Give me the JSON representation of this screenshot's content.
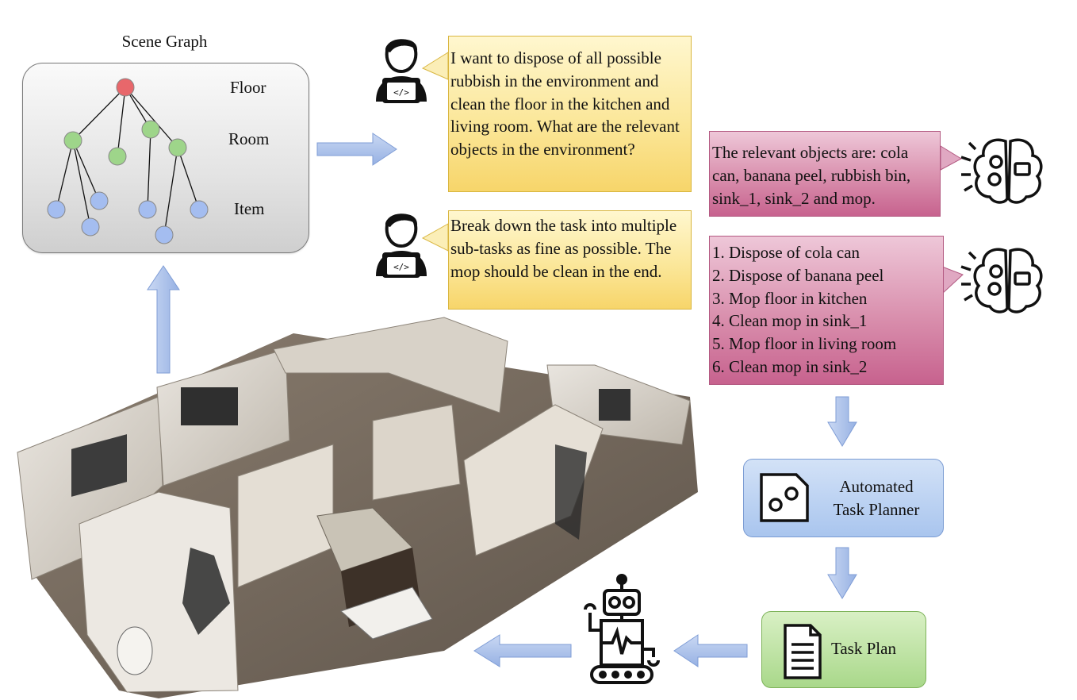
{
  "scene_graph": {
    "title": "Scene Graph",
    "levels": [
      "Floor",
      "Room",
      "Item"
    ]
  },
  "user_prompts": [
    "I want to dispose of all possible rubbish in the environment and clean the floor in the kitchen and living room. What are the relevant objects in the environment?",
    "Break down the task into multiple sub-tasks as fine as possible. The mop should be clean in the end."
  ],
  "llm_responses": {
    "objects": "The relevant objects are: cola can, banana peel, rubbish bin, sink_1, sink_2 and mop.",
    "subtasks": [
      "1. Dispose of cola can",
      "2. Dispose of banana peel",
      "3. Mop floor in kitchen",
      "4. Clean mop in sink_1",
      "5. Mop floor in living room",
      "6. Clean mop in sink_2"
    ]
  },
  "planner": {
    "label_line1": "Automated",
    "label_line2": "Task Planner"
  },
  "task_plan": {
    "label": "Task Plan"
  },
  "colors": {
    "node_floor": "#e8676b",
    "node_room": "#9ed58a",
    "node_item": "#a4bdf0",
    "arrow": "#a9c0ea"
  }
}
